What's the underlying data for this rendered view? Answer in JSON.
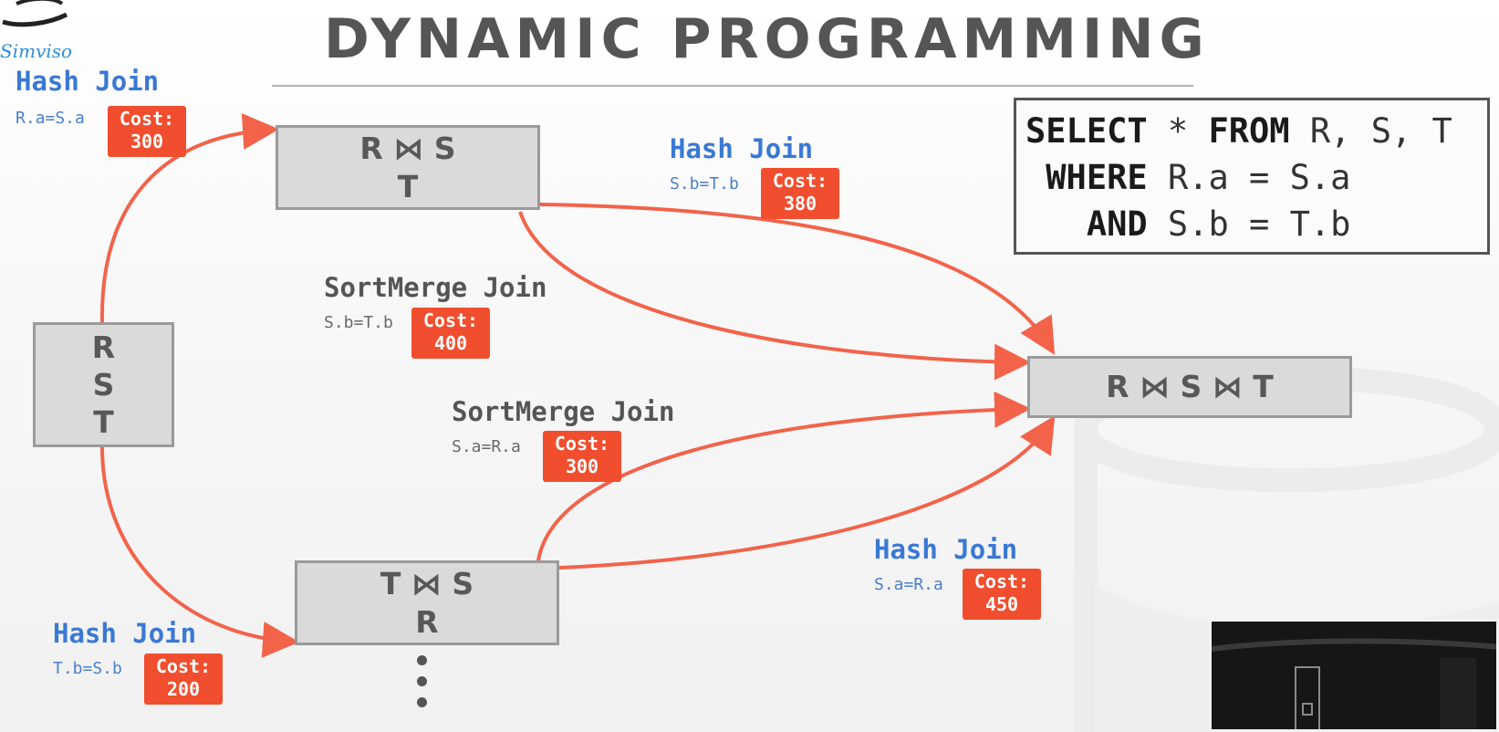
{
  "slide": {
    "title": "DYNAMIC PROGRAMMING",
    "watermark_text": "Simviso"
  },
  "sql": {
    "line1_kw1": "SELECT",
    "line1_mid": " * ",
    "line1_kw2": "FROM",
    "line1_rest": " R, S, T",
    "line2_kw": "WHERE",
    "line2_rest": " R.a = S.a",
    "line3_kw": "AND",
    "line3_rest": " S.b = T.b"
  },
  "nodes": {
    "rst": {
      "lines": [
        "R",
        "S",
        "T"
      ]
    },
    "rs_t": {
      "line1": "R ⋈ S",
      "line2": "T"
    },
    "ts_r": {
      "line1": "T ⋈ S",
      "line2": "R"
    },
    "final": {
      "label": "R ⋈ S ⋈ T"
    }
  },
  "edges": [
    {
      "id": "rst_to_rs",
      "algorithm": "Hash Join",
      "predicate": "R.a=S.a",
      "cost_label": "Cost:",
      "cost": "300",
      "style": "blue"
    },
    {
      "id": "rs_to_final_hash",
      "algorithm": "Hash Join",
      "predicate": "S.b=T.b",
      "cost_label": "Cost:",
      "cost": "380",
      "style": "blue"
    },
    {
      "id": "rs_to_final_sortmerge",
      "algorithm": "SortMerge Join",
      "predicate": "S.b=T.b",
      "cost_label": "Cost:",
      "cost": "400",
      "style": "gray"
    },
    {
      "id": "ts_to_final_sortmerge",
      "algorithm": "SortMerge Join",
      "predicate": "S.a=R.a",
      "cost_label": "Cost:",
      "cost": "300",
      "style": "gray"
    },
    {
      "id": "ts_to_final_hash",
      "algorithm": "Hash Join",
      "predicate": "S.a=R.a",
      "cost_label": "Cost:",
      "cost": "450",
      "style": "blue"
    },
    {
      "id": "rst_to_ts",
      "algorithm": "Hash Join",
      "predicate": "T.b=S.b",
      "cost_label": "Cost:",
      "cost": "200",
      "style": "blue"
    }
  ],
  "colors": {
    "arrow": "#f2634a",
    "cost_badge": "#f04e2e",
    "hash_join_text": "#3a78d4",
    "sortmerge_text": "#555555",
    "node_fill": "#dadada",
    "node_border": "#9a9a9a"
  }
}
